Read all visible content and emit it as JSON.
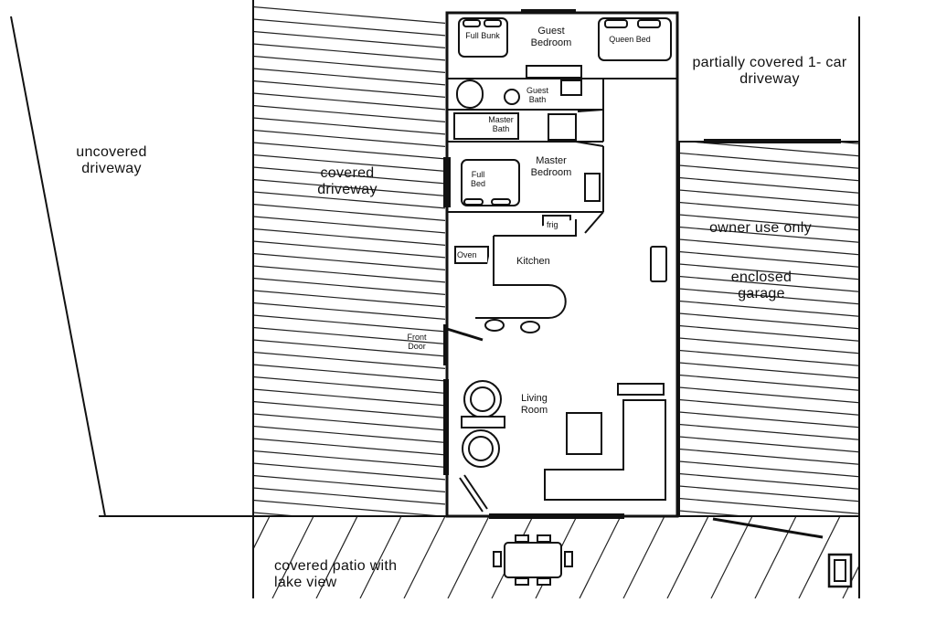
{
  "areas": {
    "uncovered_driveway": "uncovered driveway",
    "covered_driveway": "covered driveway",
    "partially_covered": "partially covered 1- car driveway",
    "owner_use": "owner use only",
    "enclosed_garage": "enclosed garage",
    "covered_patio": "covered patio with lake view"
  },
  "rooms": {
    "guest_bedroom": "Guest Bedroom",
    "guest_bath": "Guest Bath",
    "master_bath": "Master Bath",
    "master_bedroom": "Master Bedroom",
    "kitchen": "Kitchen",
    "living_room": "Living Room",
    "front_door": "Front Door"
  },
  "furniture": {
    "full_bunk": "Full Bunk",
    "queen_bed": "Queen Bed",
    "full_bed": "Full Bed",
    "fridge": "frig",
    "oven": "Oven"
  },
  "colors": {
    "ink": "#111111",
    "background": "#ffffff"
  }
}
